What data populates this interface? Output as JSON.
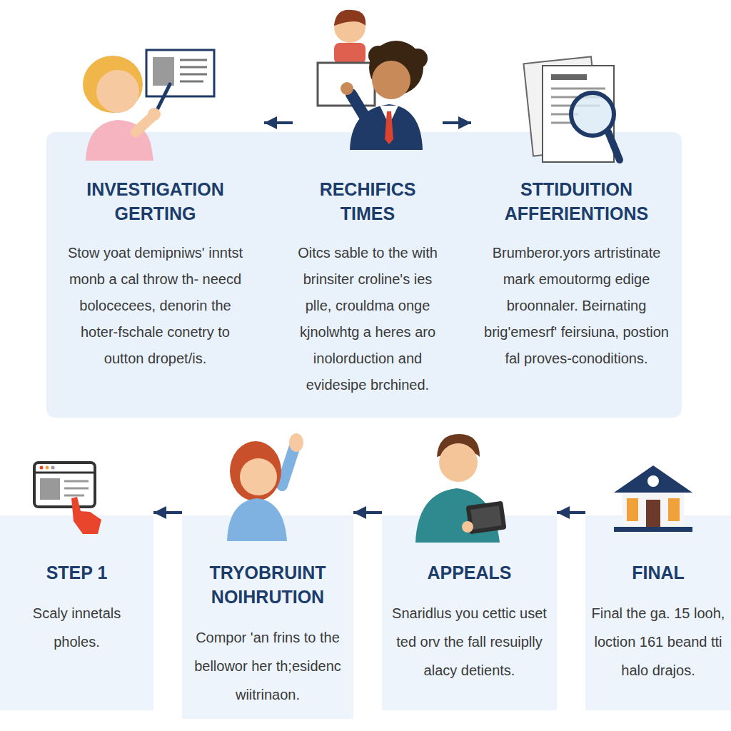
{
  "diagram": {
    "nodes": [
      {
        "text": [
          "INVESTIGATION GERTING",
          "Stow yoat demipniws' inntst monb a cal throw th- neecd bolocecees, denorin the hoter-fschale conetry to outton dropet/is."
        ]
      },
      {
        "text": [
          "RECHIFICS TIMES",
          "Oitcs sable to the with brinsiter croline's ies plle, crouldma onge kjnolwhtg a heres aro inolorduction and evidesipe brchined."
        ]
      },
      {
        "text": [
          "STTIDUITION AFFERIENTIONS",
          "Brumberor.yors artristinate mark emoutormg edige broonnaler. Beirnating brig'emesrf' feirsiuna, postion fal proves-conoditions."
        ]
      },
      {
        "text": [
          "STEP 1",
          "Scaly innetals pholes."
        ]
      },
      {
        "text": [
          "TRYOBRUINT NOIHRUTION",
          "Compor 'an frins to the bellowor her th;esidenc wiitrinaon."
        ]
      },
      {
        "text": [
          "APPEALS",
          "Snaridlus you cettic uset ted orv the fall resuiplly alacy detients."
        ]
      },
      {
        "text": [
          "FINAL",
          "Final the ga. 15 looh, loction 161 beand tti halo drajos."
        ]
      }
    ],
    "edges": [
      {
        "from": 1,
        "to": 0,
        "arrow": "to"
      },
      {
        "from": 1,
        "to": 2,
        "arrow": "to"
      },
      {
        "from": 6,
        "to": 5,
        "arrow": "to"
      },
      {
        "from": 5,
        "to": 4,
        "arrow": "to"
      },
      {
        "from": 4,
        "to": 3,
        "arrow": "to"
      }
    ]
  }
}
